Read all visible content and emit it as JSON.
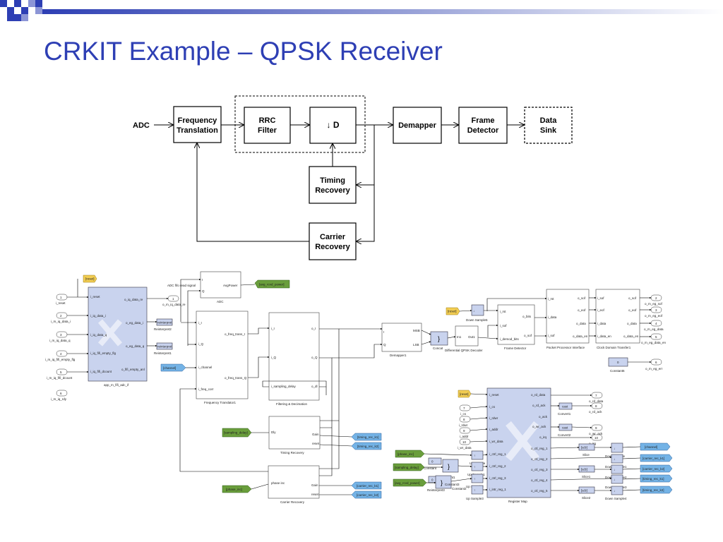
{
  "slide": {
    "title": "CRKIT Example – QPSK Receiver",
    "accent": "#2e3fb4"
  },
  "block_diagram": {
    "input": "ADC",
    "blocks": [
      {
        "id": "freq",
        "lines": [
          "Frequency",
          "Translation"
        ]
      },
      {
        "id": "rrc",
        "lines": [
          "RRC",
          "Filter"
        ]
      },
      {
        "id": "down",
        "lines": [
          "↓ D"
        ]
      },
      {
        "id": "demap",
        "lines": [
          "Demapper"
        ]
      },
      {
        "id": "frame",
        "lines": [
          "Frame",
          "Detector"
        ]
      },
      {
        "id": "sink",
        "lines": [
          "Data",
          "Sink"
        ]
      },
      {
        "id": "timing",
        "lines": [
          "Timing",
          "Recovery"
        ]
      },
      {
        "id": "carrier",
        "lines": [
          "Carrier",
          "Recovery"
        ]
      }
    ]
  },
  "simulink": {
    "inports": [
      {
        "num": "1",
        "name": "i_reset"
      },
      {
        "num": "2",
        "name": "i_m_iq_data_i"
      },
      {
        "num": "3",
        "name": "i_m_iq_data_q"
      },
      {
        "num": "4",
        "name": "i_m_iq_fifi_empty_flg"
      },
      {
        "num": "5",
        "name": "i_m_iq_fifi_dcount"
      },
      {
        "num": "6",
        "name": "i_m_iq_rdy"
      }
    ],
    "reset_tag": "[reset]",
    "adc_if": {
      "name": "app_m_fifi_adc_if",
      "in_ports": [
        "i_reset",
        "i_iq_data_i",
        "i_iq_data_q",
        "i_iq_fifi_empty_flg",
        "i_iq_fifi_dcount"
      ],
      "out_ports": [
        "o_iq_data_re",
        "o_eg_data_i",
        "o_eg_data_q",
        "o_fifi_empty_anl"
      ]
    },
    "adc_fifo_note": "ADC fifo read signal",
    "out1": {
      "num": "1",
      "name": "o_m_iq_data_re"
    },
    "reinterpret2": "Reinterpret2",
    "reinterpret1": "Reinterpret1",
    "reint_box": "reinterpret",
    "adc": {
      "name": "ADC",
      "ports": [
        "I",
        "Q"
      ],
      "out": "AvgPower"
    },
    "avg_tag": "[avg_rcvd_power]",
    "channel_tag": "[channel]",
    "freq_translator": {
      "name": "Frequency Translator1",
      "in_ports": [
        "i_I",
        "i_Q",
        "i_channel",
        "i_freq_corr"
      ],
      "out_ports": [
        "o_freq_trans_I",
        "o_freq_trans_Q"
      ]
    },
    "filtering": {
      "name": "Filtering & Decimation",
      "in_ports": [
        "i_I",
        "i_Q",
        "i_sampling_delay"
      ],
      "out_ports": [
        "o_I",
        "o_Q",
        "o_dl"
      ]
    },
    "timing": {
      "name": "Timing Recovery",
      "in_ports": [
        "Dly"
      ],
      "out_ports": [
        "Gain",
        "reset"
      ]
    },
    "carrier": {
      "name": "Carrier Recovery",
      "in_ports": [
        "phase inc"
      ],
      "out_ports": [
        "Gain",
        "reset"
      ]
    },
    "sampling_tag": "[sampling_delay]",
    "phase_tag": "[phase_inc]",
    "timing_k1": "[timing_rec_k1]",
    "timing_k2": "[timing_rec_k2]",
    "carrier_k1": "[carrier_rec_k1]",
    "carrier_k2": "[carrier_rec_k2]",
    "demapper": {
      "name": "Demapper1",
      "ports": [
        "I",
        "Q",
        "MSB",
        "LSB"
      ]
    },
    "concat": "Concat",
    "diff": {
      "name": "Differential QPSK Decoder",
      "ports": [
        "In1",
        "Out1"
      ]
    },
    "down5": "Down Sample5",
    "frame_det": {
      "name": "Frame Detector",
      "in_ports": [
        "i_rst",
        "i_sof",
        "i_demod_bits"
      ],
      "out_ports": [
        "o_bits",
        "o_sof"
      ]
    },
    "ppi": {
      "name": "Packet Processor Interface",
      "in_ports": [
        "i_rst",
        "i_data",
        "i_sof"
      ],
      "out_ports": [
        "o_sof",
        "o_eof",
        "o_data",
        "o_data_en"
      ]
    },
    "cdt": {
      "name": "Clock Domain Transfer1",
      "in_ports": [
        "i_sof",
        "i_eof",
        "i_data",
        "i_data_en"
      ],
      "out_ports": [
        "o_sof",
        "o_eof",
        "o_data",
        "o_data_en"
      ]
    },
    "outports": [
      {
        "num": "2",
        "name": "o_m_eg_sof"
      },
      {
        "num": "3",
        "name": "o_m_eg_eof"
      },
      {
        "num": "4",
        "name": "o_m_eg_data"
      },
      {
        "num": "5",
        "name": "o_m_eg_data_en"
      },
      {
        "num": "6",
        "name": "o_m_eg_err"
      }
    ],
    "constant6": {
      "value": "0",
      "name": "Constant6"
    },
    "regmap": {
      "name": "Register Map",
      "in_ports": [
        "i_reset",
        "i_cs",
        "i_rdwr",
        "i_addr",
        "i_wr_data"
      ],
      "out_ports": [
        "o_rd_data",
        "o_rd_ack",
        "o_ack",
        "o_wr_ack",
        "o_irq",
        "o_ctl_reg_1",
        "o_ctl_reg_2",
        "o_ctl_reg_3",
        "o_ctl_reg_4",
        "o_ctl_reg_5"
      ],
      "ctl_in": [
        "i_ctrl_reg_1",
        "i_ctrl_reg_2",
        "i_ctrl_reg_3",
        "i_intr_reg_1"
      ]
    },
    "reg_inports": [
      {
        "num": "7",
        "name": "i_cs"
      },
      {
        "num": "8",
        "name": "i_rdwr"
      },
      {
        "num": "9",
        "name": "i_addr"
      },
      {
        "num": "10",
        "name": "i_wr_data"
      }
    ],
    "reg_outports": [
      {
        "num": "7",
        "name": "o_rd_data"
      },
      {
        "num": "8",
        "name": "o_rd_ack"
      },
      {
        "num": "9",
        "name": "o_wr_ack"
      },
      {
        "num": "10",
        "name": "o_irq"
      }
    ],
    "convert1": "Convert1",
    "convert2": "Convert2",
    "cast": "cast",
    "slices": [
      "Slice",
      "Slice1",
      "Slice2"
    ],
    "slice_box": "[a:b]",
    "down_samples": [
      "Down Sample",
      "Down Sample1",
      "Down Sample2",
      "Down Sample3",
      "Down Sample4"
    ],
    "up_samples": [
      "Up Sample",
      "Up Sample1",
      "Up Sample2",
      "Up Sample3"
    ],
    "constants": [
      "Constant",
      "Constant1",
      "Constant2",
      "Constant3"
    ],
    "reinterpret3": "Reinterpret3",
    "ctl_out_tags": [
      "[channel]",
      "[carrier_rec_k1]",
      "[carrier_rec_k2]",
      "[timing_rec_k1]",
      "[timing_rec_k2]"
    ],
    "ctl_in_tags": [
      "[phase_inc]",
      "[sampling_delay]",
      "[avg_rcvd_power]"
    ],
    "reset_tag2": "[reset]"
  }
}
